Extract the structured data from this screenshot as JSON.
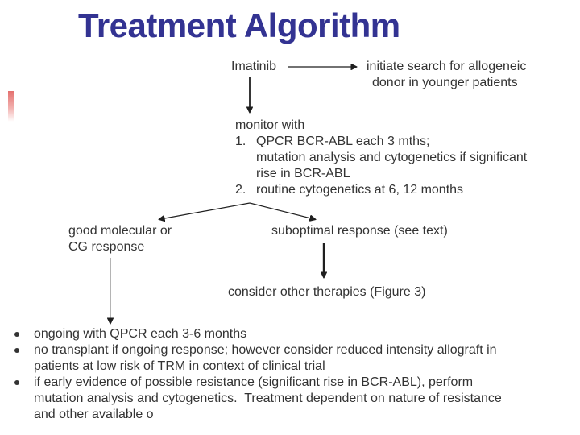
{
  "colors": {
    "title_color": "#333392",
    "text_color": "#333333",
    "line_color": "#1f1f1f",
    "accent_bar_color": "#e4716f"
  },
  "slide": {
    "title": "Treatment Algorithm",
    "flowchart": {
      "start_node": "Imatinib",
      "donor_search": {
        "line1": "initiate search for allogeneic",
        "line2": "donor in younger patients"
      },
      "monitor": {
        "heading": "monitor with",
        "item1_number": "1.",
        "item1_lines": [
          "QPCR BCR-ABL each 3 mths;",
          "mutation analysis and cytogenetics if significant",
          "rise in BCR-ABL"
        ],
        "item2_number": "2.",
        "item2": "routine cytogenetics at 6, 12 months"
      },
      "good_response": {
        "line1": "good molecular or",
        "line2": "CG response"
      },
      "suboptimal_response": "suboptimal response (see text)",
      "other_therapies": "consider other therapies (Figure 3)"
    },
    "bullets": [
      {
        "lines": [
          "ongoing with QPCR each 3-6 months"
        ]
      },
      {
        "lines": [
          "no transplant if ongoing response; however consider reduced intensity allograft in",
          "patients at low risk of TRM in context of clinical trial"
        ]
      },
      {
        "lines": [
          "if early evidence of possible resistance (significant rise in BCR-ABL), perform",
          "mutation analysis and cytogenetics.  Treatment dependent on nature of resistance",
          "and other available o"
        ]
      }
    ]
  }
}
